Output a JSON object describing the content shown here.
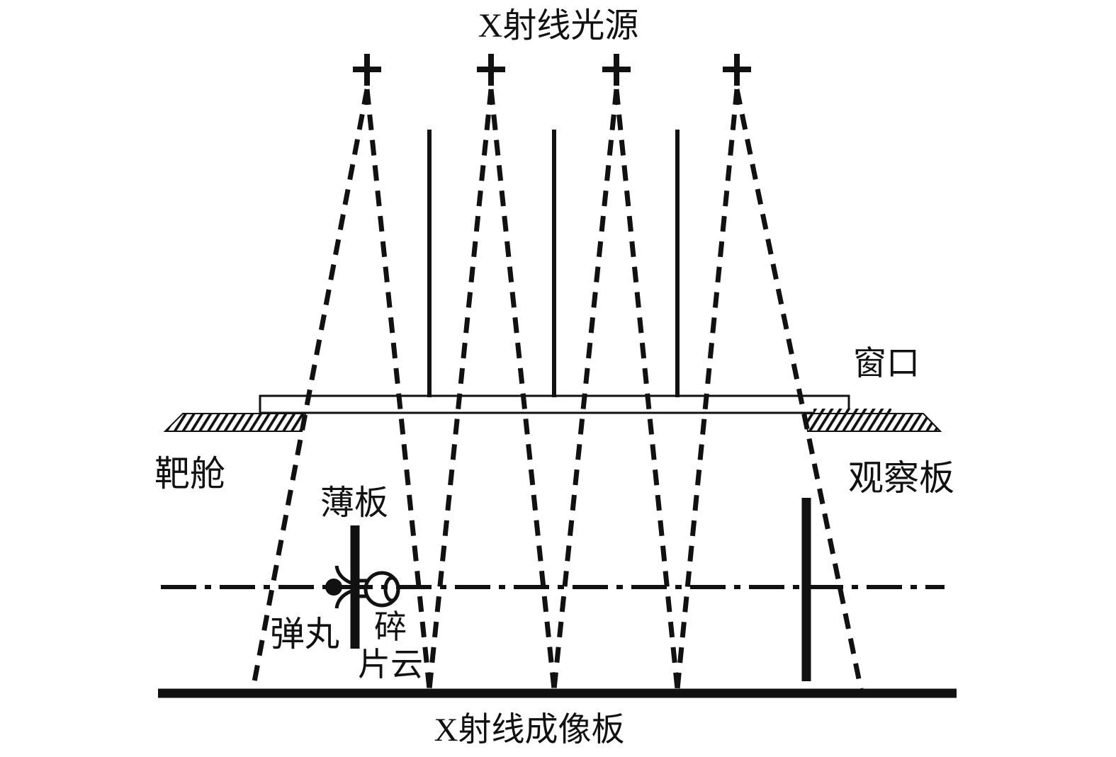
{
  "figure": {
    "type": "xray-flash-radiography-schematic",
    "colors": {
      "ink": "#111111",
      "background": "#ffffff"
    },
    "labels": {
      "xray_source": "X射线光源",
      "window": "窗口",
      "target_chamber": "靶舱",
      "observation_plate": "观察板",
      "thin_plate": "薄板",
      "projectile": "弹丸",
      "debris_cloud_line1": "碎",
      "debris_cloud_line2": "片云",
      "imaging_plate": "X射线成像板"
    }
  }
}
